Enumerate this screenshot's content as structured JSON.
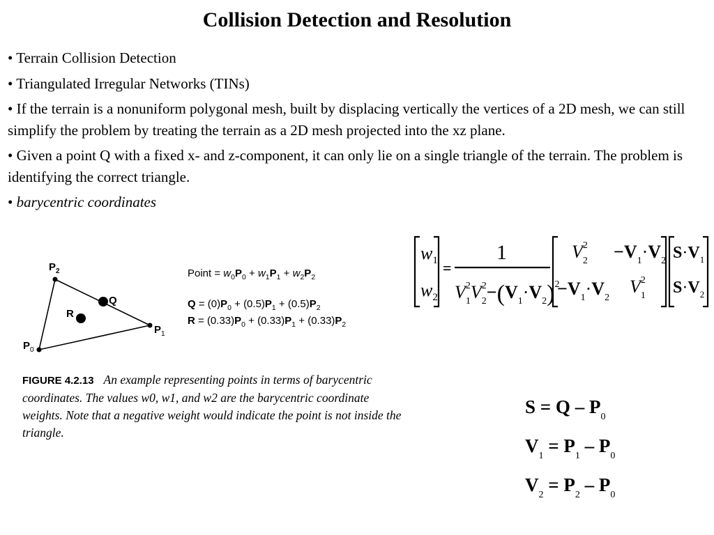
{
  "slide": {
    "title": "Collision Detection and Resolution",
    "bullets": [
      "Terrain Collision Detection",
      "Triangulated Irregular Networks (TINs)",
      "If the terrain is a nonuniform polygonal mesh, built by displacing vertically the vertices of a 2D mesh, we can still simplify the problem by treating the terrain as a 2D mesh projected into the xz plane.",
      "Given a point Q with a fixed x- and z-component, it can only lie on a single triangle of the terrain. The problem is identifying the correct triangle."
    ],
    "bullet_italic": "barycentric coordinates",
    "bullet_mark": "•"
  },
  "figure": {
    "labels": {
      "p2": "P",
      "p2_sub": "2",
      "p1": "P",
      "p1_sub": "1",
      "p0": "P",
      "p0_sub": "0",
      "q": "Q",
      "r": "R"
    },
    "eq_point": {
      "prefix": "Point = ",
      "w0": "w",
      "w0_sub": "0",
      "p0": "P",
      "p0_sub": "0",
      "plus1": " + ",
      "w1": "w",
      "w1_sub": "1",
      "p1": "P",
      "p1_sub": "1",
      "plus2": " + ",
      "w2": "w",
      "w2_sub": "2",
      "p2": "P",
      "p2_sub": "2"
    },
    "eq_q": {
      "lhs": "Q",
      "c0": " = (0)",
      "p0": "P",
      "p0_sub": "0",
      "c1": " + (0.5)",
      "p1": "P",
      "p1_sub": "1",
      "c2": " + (0.5)",
      "p2": "P",
      "p2_sub": "2"
    },
    "eq_r": {
      "lhs": "R",
      "c0": " = (0.33)",
      "p0": "P",
      "p0_sub": "0",
      "c1": " + (0.33)",
      "p1": "P",
      "p1_sub": "1",
      "c2": " + (0.33)",
      "p2": "P",
      "p2_sub": "2"
    },
    "caption_number": "FIGURE 4.2.13",
    "caption_text": "An example representing points in terms of barycentric coordinates. The values w0, w1, and w2 are the barycentric coordinate weights. Note that a negative weight would indicate the point is not inside the triangle."
  },
  "formulas": {
    "matrix": {
      "w": "w",
      "sub1": "1",
      "sub2": "2",
      "equals": "=",
      "numerator": "1",
      "V": "V",
      "S": "S",
      "sq": "2",
      "minus": "−",
      "dot": "·",
      "lparen": "(",
      "rparen": ")"
    },
    "defs": [
      {
        "lhs": "S",
        "lhs_sub": "",
        "eq": " = ",
        "a": "Q",
        "a_sub": "",
        "minus": " – ",
        "b": "P",
        "b_sub": "0"
      },
      {
        "lhs": "V",
        "lhs_sub": "1",
        "eq": " = ",
        "a": "P",
        "a_sub": "1",
        "minus": " – ",
        "b": "P",
        "b_sub": "0"
      },
      {
        "lhs": "V",
        "lhs_sub": "2",
        "eq": " = ",
        "a": "P",
        "a_sub": "2",
        "minus": " – ",
        "b": "P",
        "b_sub": "0"
      }
    ]
  }
}
